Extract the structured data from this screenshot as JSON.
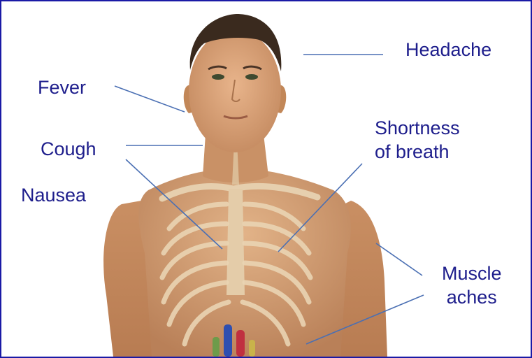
{
  "labels": {
    "headache": "Headache",
    "fever": "Fever",
    "cough": "Cough",
    "nausea": "Nausea",
    "shortness_of_breath": "Shortness\nof breath",
    "muscle_aches": "Muscle\naches"
  },
  "colors": {
    "frame": "#1a1aa6",
    "label_text": "#1e1e8c",
    "leader_line": "#4a6fb3",
    "skin": "#d9a77a",
    "bone": "#e8d2b2",
    "hair": "#3a2a1e"
  }
}
